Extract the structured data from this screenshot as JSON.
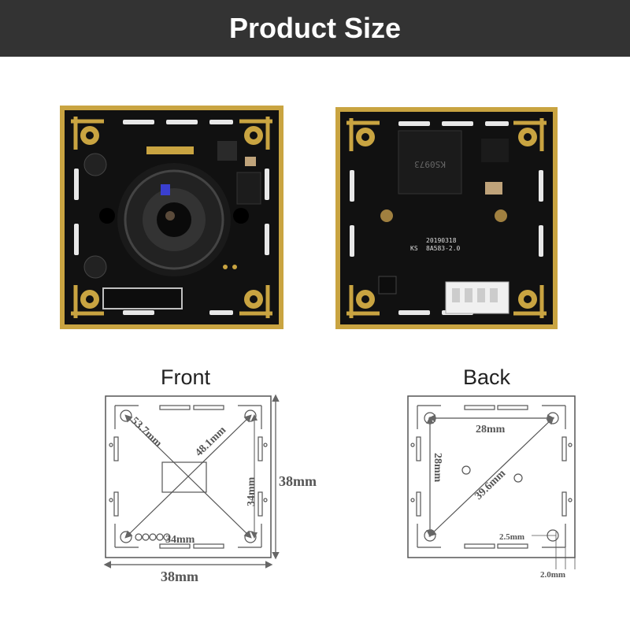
{
  "banner": {
    "title": "Product Size"
  },
  "photos": {
    "front": {
      "chip_label": "",
      "alt": "front-board"
    },
    "back": {
      "chip_label": "KS0973",
      "silk_date": "20190318",
      "silk_ks": "KS",
      "silk_model": "8A583-2.0"
    }
  },
  "captions": {
    "front": "Front",
    "back": "Back"
  },
  "front_dims": {
    "diag_left": "53.7mm",
    "diag_right": "48.1mm",
    "inner_height": "34mm",
    "inner_width": "34mm",
    "outer_height": "38mm",
    "outer_width": "38mm"
  },
  "back_dims": {
    "top": "28mm",
    "left": "28mm",
    "diagonal": "39.6mm",
    "hole": "2.5mm",
    "edge": "2.0mm"
  },
  "colors": {
    "banner": "#333333",
    "pcb": "#111111",
    "gold": "#c9a441",
    "line": "#555555"
  }
}
